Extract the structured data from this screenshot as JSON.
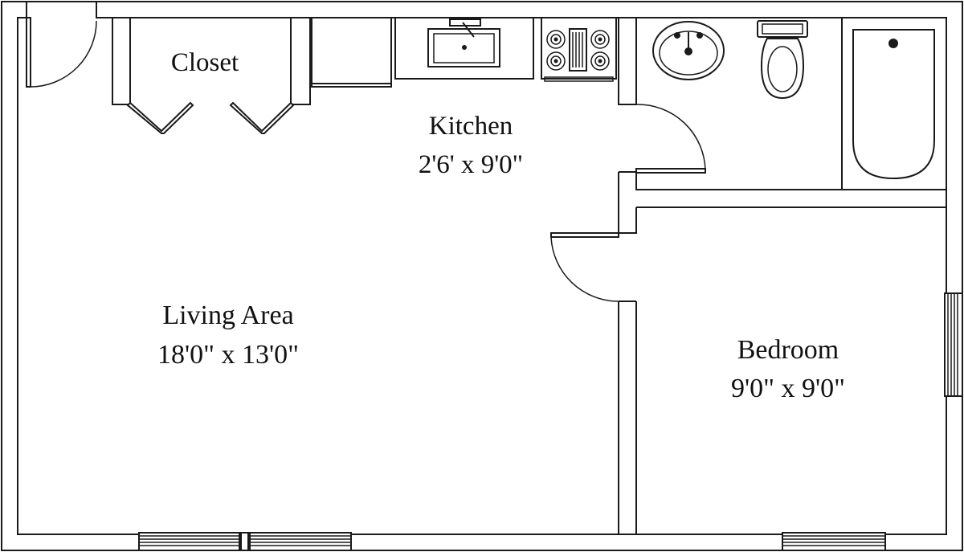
{
  "rooms": {
    "closet": {
      "name": "Closet"
    },
    "kitchen": {
      "name": "Kitchen",
      "dimensions": "2'6' x 9'0\""
    },
    "living": {
      "name": "Living Area",
      "dimensions": "18'0\" x 13'0\""
    },
    "bedroom": {
      "name": "Bedroom",
      "dimensions": "9'0\" x 9'0\""
    }
  },
  "colors": {
    "ink": "#1a1a1a",
    "background": "#ffffff"
  },
  "icons": [
    "sink-icon",
    "stove-icon",
    "lavatory-icon",
    "toilet-icon",
    "bathtub-icon",
    "window-icon",
    "door-swing-icon"
  ]
}
